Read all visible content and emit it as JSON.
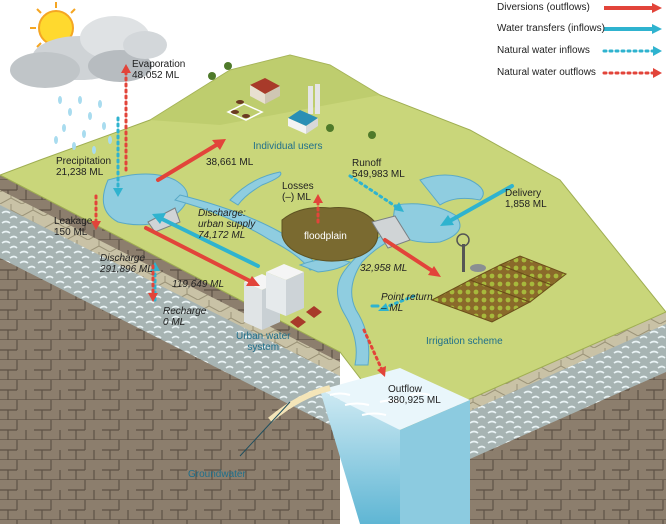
{
  "legend": {
    "diversions": "Diversions (outflows)",
    "transfers": "Water transfers (inflows)",
    "natural_inflows": "Natural water inflows",
    "natural_outflows": "Natural water outflows"
  },
  "colors": {
    "diversion": "#e2443a",
    "transfer": "#2fb3cf",
    "natural_inflow": "#2fb3cf",
    "natural_outflow": "#e2443a",
    "grass": "#c9d67a",
    "water": "#8fcde0",
    "rock": "#8a7b6a",
    "label_teal": "#1f6f8b"
  },
  "labels": {
    "evaporation_title": "Evaporation",
    "evaporation_value": "48,052 ML",
    "precipitation_title": "Precipitation",
    "precipitation_value": "21,238 ML",
    "leakage_title": "Leakage",
    "leakage_value": "150 ML",
    "individual_users_value": "38,661 ML",
    "individual_users": "Individual users",
    "runoff_title": "Runoff",
    "runoff_value": "549,983 ML",
    "delivery_title": "Delivery",
    "delivery_value": "1,858 ML",
    "losses_title": "Losses",
    "losses_value": "(–) ML",
    "floodplain": "floodplain",
    "discharge_urban_line1": "Discharge:",
    "discharge_urban_line2": "urban supply",
    "discharge_urban_value": "74,172 ML",
    "irrigation_value": "32,958 ML",
    "gw_discharge_title": "Discharge",
    "gw_discharge_value": "291,896 ML",
    "urban_diversion_value": "119,649 ML",
    "recharge_title": "Recharge",
    "recharge_value": "0 ML",
    "urban_water_line1": "Urban water",
    "urban_water_line2": "system",
    "point_return_line1": "Point return",
    "point_return_line2": "– ML",
    "irrigation_scheme": "Irrigation scheme",
    "outflow_title": "Outflow",
    "outflow_value": "380,925 ML",
    "groundwater": "Groundwater"
  }
}
